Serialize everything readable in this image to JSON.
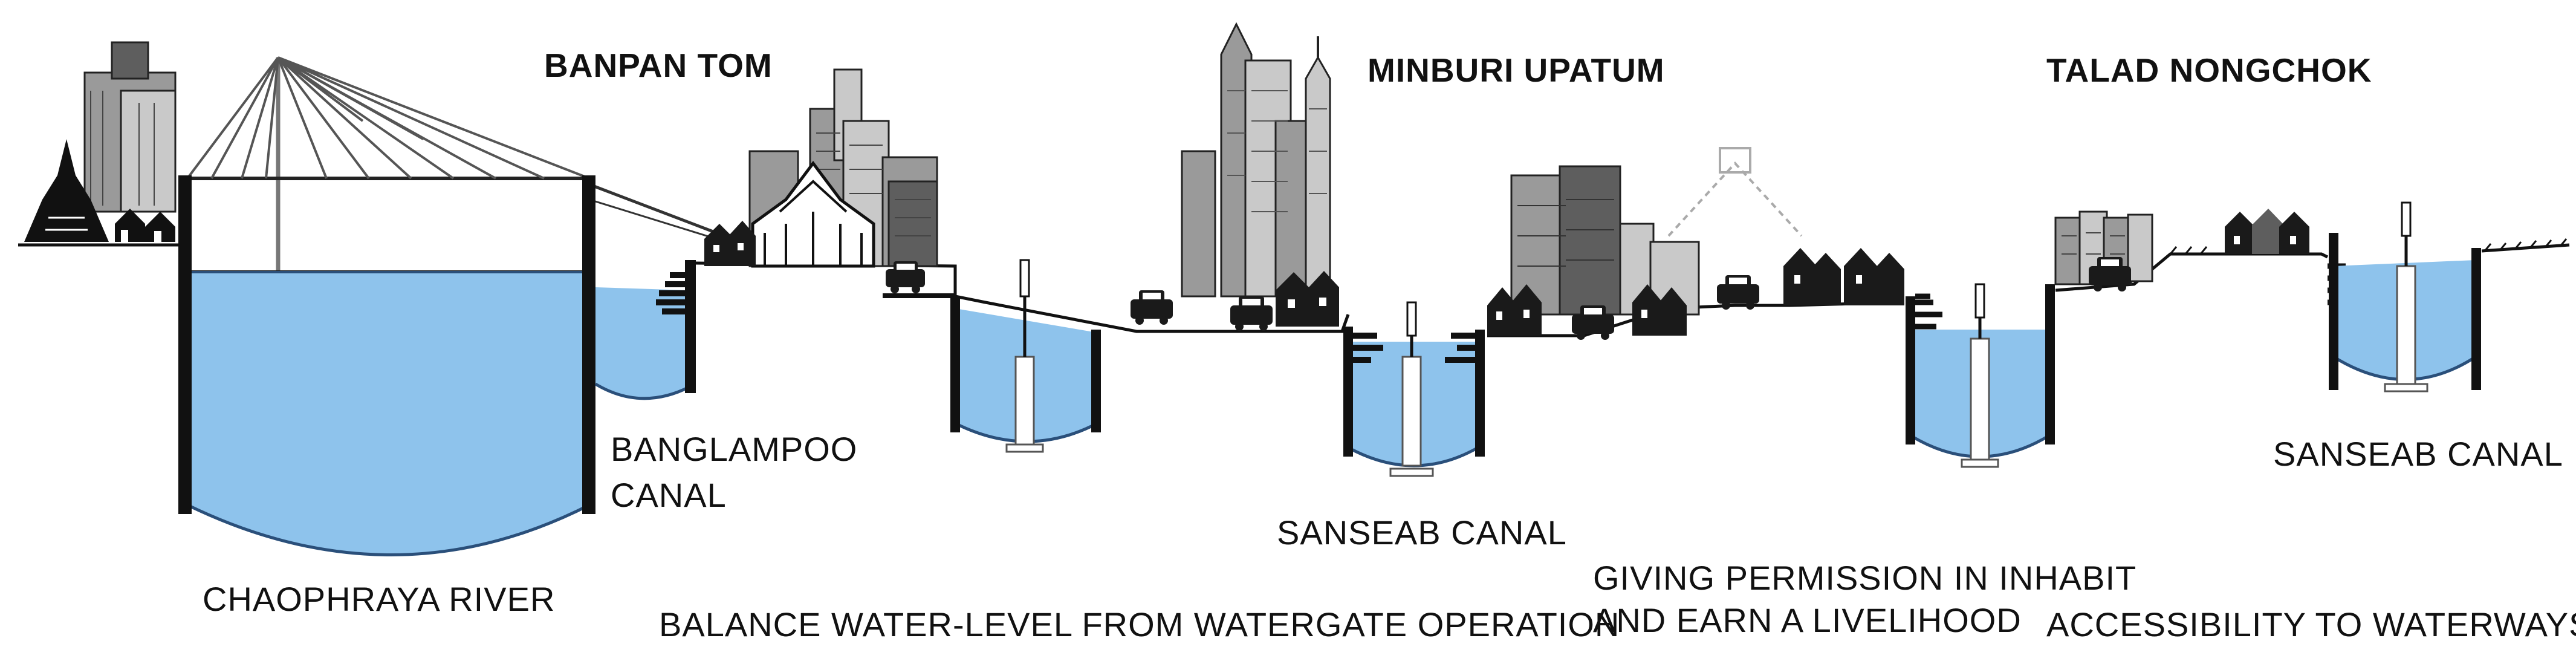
{
  "areas": {
    "banpan_tom": "BANPAN TOM",
    "minburi_upatum": "MINBURI UPATUM",
    "talad_nongchok": "TALAD NONGCHOK"
  },
  "waterways": {
    "chaophraya_river": "CHAOPHRAYA  RIVER",
    "banglampoo_canal_line1": "BANGLAMPOO",
    "banglampoo_canal_line2": "CANAL",
    "sanseab_canal_middle": "SANSEAB CANAL",
    "sanseab_canal_right": "SANSEAB CANAL"
  },
  "themes": {
    "balance_water_level": "BALANCE WATER-LEVEL FROM WATERGATE OPERATION",
    "permission_line1": "GIVING PERMISSION IN INHABIT",
    "permission_line2": "AND EARN A LIVELIHOOD",
    "accessibility": "ACCESSIBILITY TO WATERWAYS"
  },
  "colors": {
    "water": "#8ec3ec",
    "water_edge": "#2a4f7a",
    "wall": "#111111",
    "house": "#1a1a1a",
    "tower_light": "#c9c9c9",
    "tower_mid": "#9a9a9a",
    "tower_dark": "#5e5e5e"
  }
}
